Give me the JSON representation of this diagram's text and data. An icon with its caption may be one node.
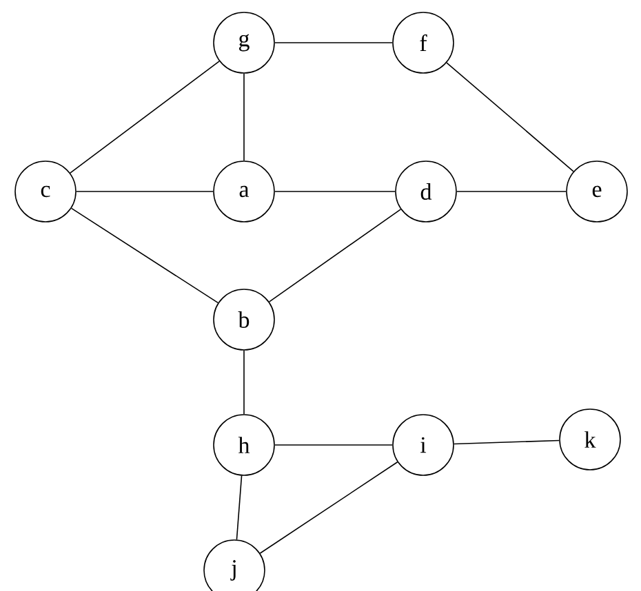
{
  "diagram": {
    "nodes": [
      {
        "text": [
          "g"
        ]
      },
      {
        "text": [
          "f"
        ]
      },
      {
        "text": [
          "c"
        ]
      },
      {
        "text": [
          "a"
        ]
      },
      {
        "text": [
          "d"
        ]
      },
      {
        "text": [
          "e"
        ]
      },
      {
        "text": [
          "b"
        ]
      },
      {
        "text": [
          "h"
        ]
      },
      {
        "text": [
          "i"
        ]
      },
      {
        "text": [
          "k"
        ]
      },
      {
        "text": [
          "j"
        ]
      }
    ],
    "edges": [
      {
        "from": 0,
        "to": 1,
        "arrow": "none"
      },
      {
        "from": 0,
        "to": 2,
        "arrow": "none"
      },
      {
        "from": 0,
        "to": 3,
        "arrow": "none"
      },
      {
        "from": 1,
        "to": 5,
        "arrow": "none"
      },
      {
        "from": 2,
        "to": 3,
        "arrow": "none"
      },
      {
        "from": 3,
        "to": 4,
        "arrow": "none"
      },
      {
        "from": 4,
        "to": 5,
        "arrow": "none"
      },
      {
        "from": 2,
        "to": 6,
        "arrow": "none"
      },
      {
        "from": 4,
        "to": 6,
        "arrow": "none"
      },
      {
        "from": 6,
        "to": 7,
        "arrow": "none"
      },
      {
        "from": 7,
        "to": 8,
        "arrow": "none"
      },
      {
        "from": 8,
        "to": 9,
        "arrow": "none"
      },
      {
        "from": 7,
        "to": 10,
        "arrow": "none"
      },
      {
        "from": 8,
        "to": 10,
        "arrow": "none"
      }
    ]
  }
}
